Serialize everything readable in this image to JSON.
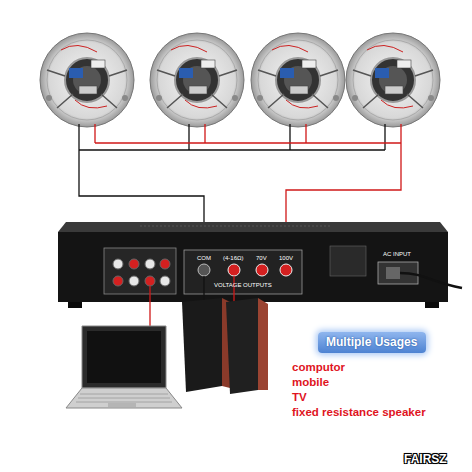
{
  "diagram": {
    "nodes": [
      {
        "text": [
          "Multiple Usages"
        ]
      }
    ],
    "labels": [
      "COM",
      "(4-16Ω)",
      "70V",
      "100V",
      "VOLTAGE OUTPUTS",
      "AC INPUT",
      "computor",
      "mobile",
      "TV",
      "fixed resistance speaker",
      "FAIRSZ"
    ]
  }
}
